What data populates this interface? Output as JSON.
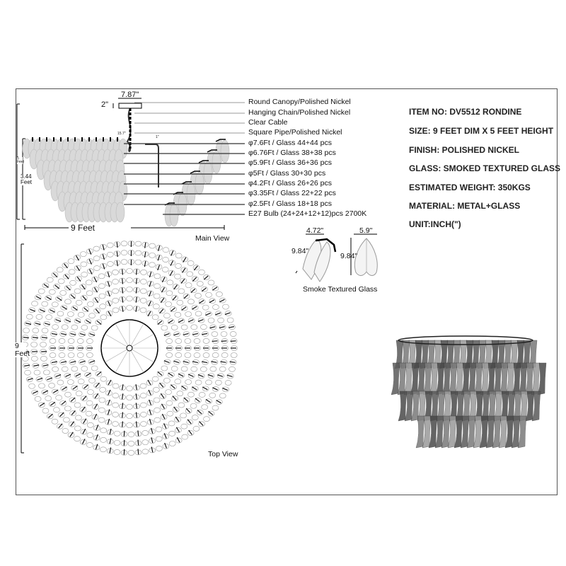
{
  "main_view": {
    "canopy_width": "7.87\"",
    "canopy_height": "2\"",
    "pipe_offset": "15.7\"",
    "pipe_gap": "1\"",
    "total_height": "5 Feet",
    "body_height": "3.44 Feet",
    "width": "9 Feet",
    "caption": "Main View",
    "callouts": [
      "Round Canopy/Polished Nickel",
      "Hanging Chain/Polished Nickel",
      "Clear Cable",
      "Square Pipe/Polished Nickel",
      "φ7.6Ft / Glass 44+44 pcs",
      "φ6.76Ft / Glass 38+38 pcs",
      "φ5.9Ft / Glass 36+36 pcs",
      "φ5Ft / Glass 30+30 pcs",
      "φ4.2Ft / Glass 26+26 pcs",
      "φ3.35Ft / Glass 22+22 pcs",
      "φ2.5Ft / Glass 18+18 pcs",
      "E27 Bulb (24+24+12+12)pcs 2700K"
    ]
  },
  "glass_detail": {
    "side_width": "4.72\"",
    "side_height": "9.84\"",
    "front_width": "5.9\"",
    "front_height": "9.84\"",
    "caption": "Smoke Textured Glass"
  },
  "top_view": {
    "diameter": "9 Feet",
    "caption": "Top View"
  },
  "specs": [
    "ITEM NO: DV5512 RONDINE",
    "SIZE: 9 FEET DIM X 5 FEET HEIGHT",
    "FINISH: POLISHED NICKEL",
    "GLASS: SMOKED TEXTURED GLASS",
    "ESTIMATED WEIGHT: 350KGS",
    "MATERIAL: METAL+GLASS",
    "UNIT:INCH(\")"
  ]
}
